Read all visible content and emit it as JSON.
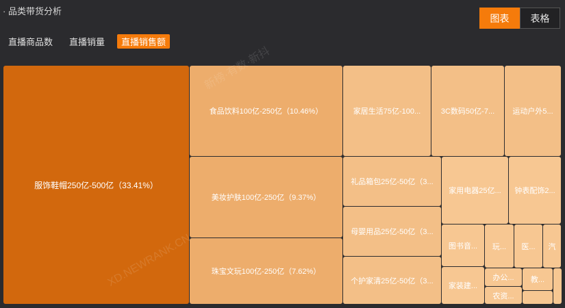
{
  "header": {
    "title": "· 品类带货分析"
  },
  "view_toggle": {
    "chart_label": "图表",
    "table_label": "表格"
  },
  "metric_tabs": [
    {
      "label": "直播商品数",
      "active": false
    },
    {
      "label": "直播销量",
      "active": false
    },
    {
      "label": "直播销售额",
      "active": true
    }
  ],
  "watermarks": [
    "新榜·有数·新抖",
    "XD.NEWRANK.CN"
  ],
  "colors": {
    "accent": "#f57b0b",
    "largest": "#d2680d",
    "large": "#edad6c",
    "medium": "#f3bf87",
    "small": "#f7c792"
  },
  "chart_data": {
    "type": "treemap",
    "metric": "直播销售额",
    "items": [
      {
        "label": "服饰鞋帽250亿-500亿（33.41%）",
        "share": 33.41
      },
      {
        "label": "食品饮料100亿-250亿（10.46%）",
        "share": 10.46
      },
      {
        "label": "美妆护肤100亿-250亿（9.37%）",
        "share": 9.37
      },
      {
        "label": "珠宝文玩100亿-250亿（7.62%）",
        "share": 7.62
      },
      {
        "label": "家居生活75亿-100...",
        "share": null
      },
      {
        "label": "3C数码50亿-7...",
        "share": null
      },
      {
        "label": "运动户外5...",
        "share": null
      },
      {
        "label": "礼品箱包25亿-50亿（3...",
        "share": null
      },
      {
        "label": "家用电器25亿...",
        "share": null
      },
      {
        "label": "钟表配饰2...",
        "share": null
      },
      {
        "label": "母婴用品25亿-50亿（3...",
        "share": null
      },
      {
        "label": "图书音...",
        "share": null
      },
      {
        "label": "玩...",
        "share": null
      },
      {
        "label": "医...",
        "share": null
      },
      {
        "label": "汽",
        "share": null
      },
      {
        "label": "个护家清25亿-50亿（3...",
        "share": null
      },
      {
        "label": "家装建...",
        "share": null
      },
      {
        "label": "办公...",
        "share": null
      },
      {
        "label": "教...",
        "share": null
      },
      {
        "label": "农资...",
        "share": null
      },
      {
        "label": "",
        "share": null
      },
      {
        "label": "",
        "share": null
      }
    ]
  }
}
